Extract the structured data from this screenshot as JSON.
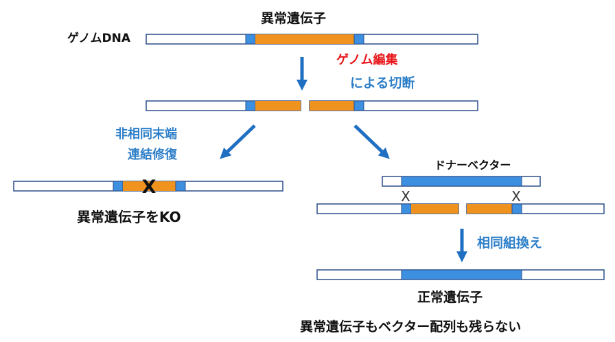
{
  "labels": {
    "top_title": "異常遺伝子",
    "genomic_dna": "ゲノムDNA",
    "genome_editing": "ゲノム編集",
    "by_cleavage": "による切断",
    "nhej_line1": "非相同末端",
    "nhej_line2": "連結修復",
    "knockout_caption": "異常遺伝子をKO",
    "donor_vector": "ドナーベクター",
    "homologous_recombination": "相同組換え",
    "normal_gene": "正常遺伝子",
    "bottom_note": "異常遺伝子もベクター配列も残らない"
  },
  "marks": {
    "crossover_left": "X",
    "crossover_right": "X",
    "knockout_mark": "X"
  },
  "colors": {
    "gene_orange": "#f0921e",
    "homology_blue": "#3d8fe0",
    "dna_outline": "#2a4f8a",
    "arrow_blue": "#1f6fc2",
    "label_blue": "#2e7fc9",
    "label_red": "#e8171b"
  }
}
